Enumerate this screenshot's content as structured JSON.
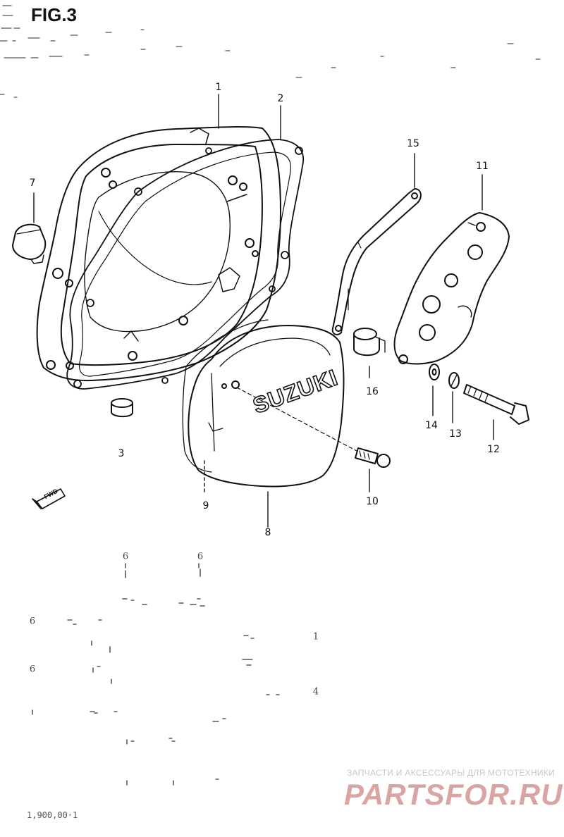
{
  "figure": {
    "title": "FIG.3"
  },
  "callouts": [
    {
      "id": "1",
      "label": "1"
    },
    {
      "id": "2",
      "label": "2"
    },
    {
      "id": "3",
      "label": "3"
    },
    {
      "id": "7",
      "label": "7"
    },
    {
      "id": "8",
      "label": "8"
    },
    {
      "id": "9",
      "label": "9"
    },
    {
      "id": "10",
      "label": "10"
    },
    {
      "id": "11",
      "label": "11"
    },
    {
      "id": "12",
      "label": "12"
    },
    {
      "id": "13",
      "label": "13"
    },
    {
      "id": "14",
      "label": "14"
    },
    {
      "id": "15",
      "label": "15"
    },
    {
      "id": "16",
      "label": "16"
    }
  ],
  "cover_logo": "SUZUKI",
  "direction_marker": "FWD",
  "faint_labels": [
    "6",
    "6",
    "6",
    "6",
    "1",
    "4"
  ],
  "watermark": {
    "tagline": "ЗАПЧАСТИ И АКСЕССУАРЫ ДЛЯ МОТОТЕХНИКИ",
    "logo": "PARTSFOR.RU"
  },
  "scan_code": "1,900,00·1"
}
